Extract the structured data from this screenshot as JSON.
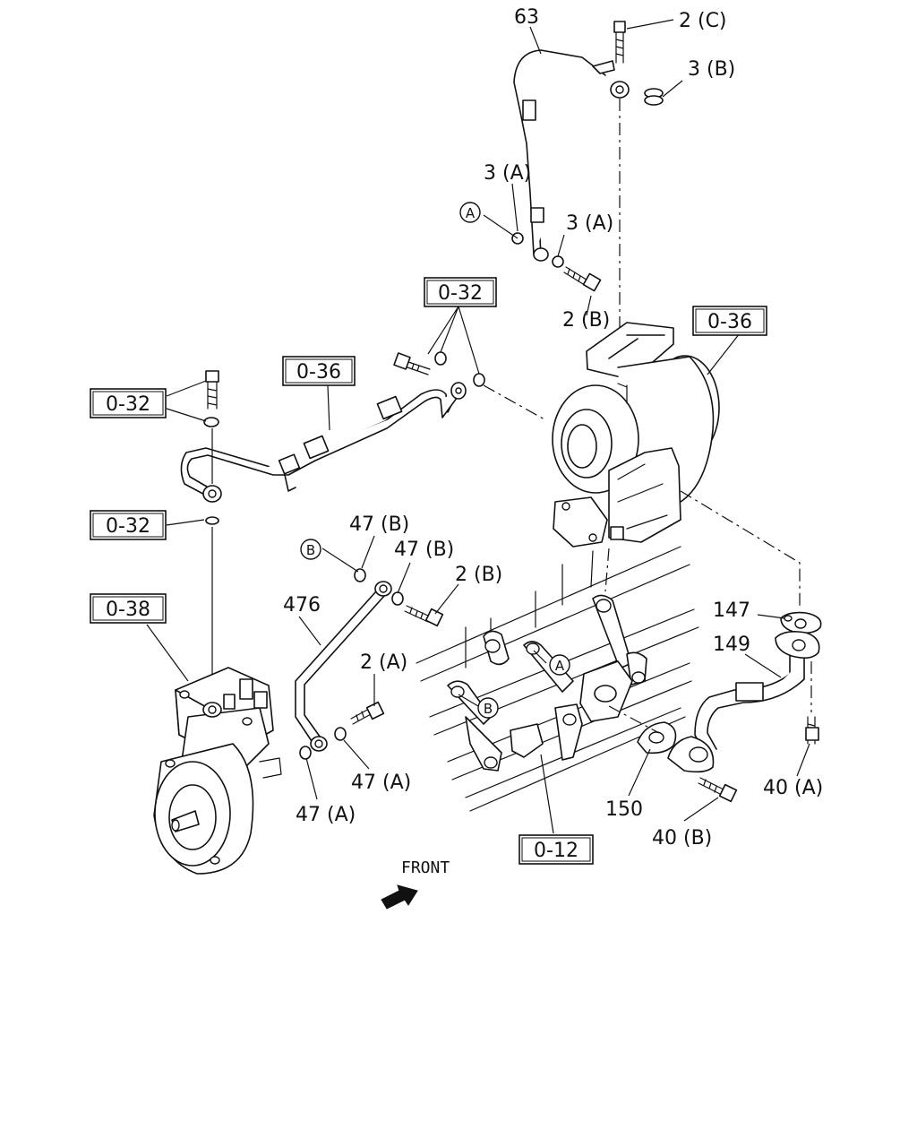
{
  "labels": {
    "l63": "63",
    "l2C": "2 (C)",
    "l3B": "3 (B)",
    "l3A_1": "3 (A)",
    "l3A_2": "3 (A)",
    "l2B_1": "2 (B)",
    "l2B_2": "2 (B)",
    "l2A": "2 (A)",
    "l47B_1": "47 (B)",
    "l47B_2": "47 (B)",
    "l47A_1": "47 (A)",
    "l47A_2": "47 (A)",
    "l476": "476",
    "l147": "147",
    "l149": "149",
    "l150": "150",
    "l40A": "40 (A)",
    "l40B": "40 (B)",
    "front": "FRONT"
  },
  "refboxes": {
    "r032_top": "0-32",
    "r036_right": "0-36",
    "r036_left": "0-36",
    "r032_left1": "0-32",
    "r032_left2": "0-32",
    "r038": "0-38",
    "r012": "0-12"
  },
  "markers": {
    "A1": "A",
    "A2": "A",
    "B1": "B",
    "B2": "B"
  }
}
